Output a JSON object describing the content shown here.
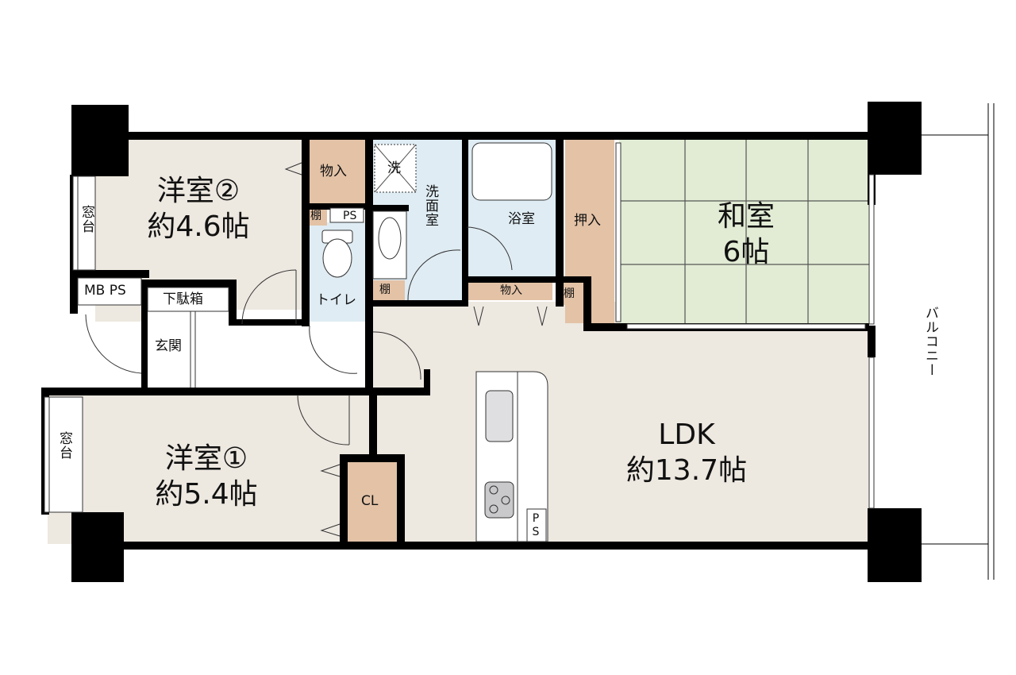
{
  "colors": {
    "wall": "#000000",
    "floor_wood": "#ede8e0",
    "tatami": "#e2ecd5",
    "wet_area": "#dfecf3",
    "storage": "#e3c2a6",
    "balcony": "#ffffff"
  },
  "rooms": {
    "western2": {
      "name": "洋室②",
      "size": "約4.6帖"
    },
    "western1": {
      "name": "洋室①",
      "size": "約5.4帖"
    },
    "washitsu": {
      "name": "和室",
      "size": "6帖"
    },
    "ldk": {
      "name": "LDK",
      "size": "約13.7帖"
    }
  },
  "labels": {
    "window_sill_top": "窓台",
    "window_sill_bottom": "窓台",
    "mbps": "MB PS",
    "shoe_box": "下駄箱",
    "entrance": "玄関",
    "storage_top": "物入",
    "shelf_toilet": "棚",
    "ps_toilet": "PS",
    "toilet": "トイレ",
    "washer": "洗",
    "washroom": "洗面室",
    "shelf_wash": "棚",
    "bathroom": "浴室",
    "storage_hall": "物入",
    "shelf_hall": "棚",
    "oshiire": "押入",
    "closet": "CL",
    "ps_kitchen": "PS",
    "balcony": "バルコニー"
  }
}
